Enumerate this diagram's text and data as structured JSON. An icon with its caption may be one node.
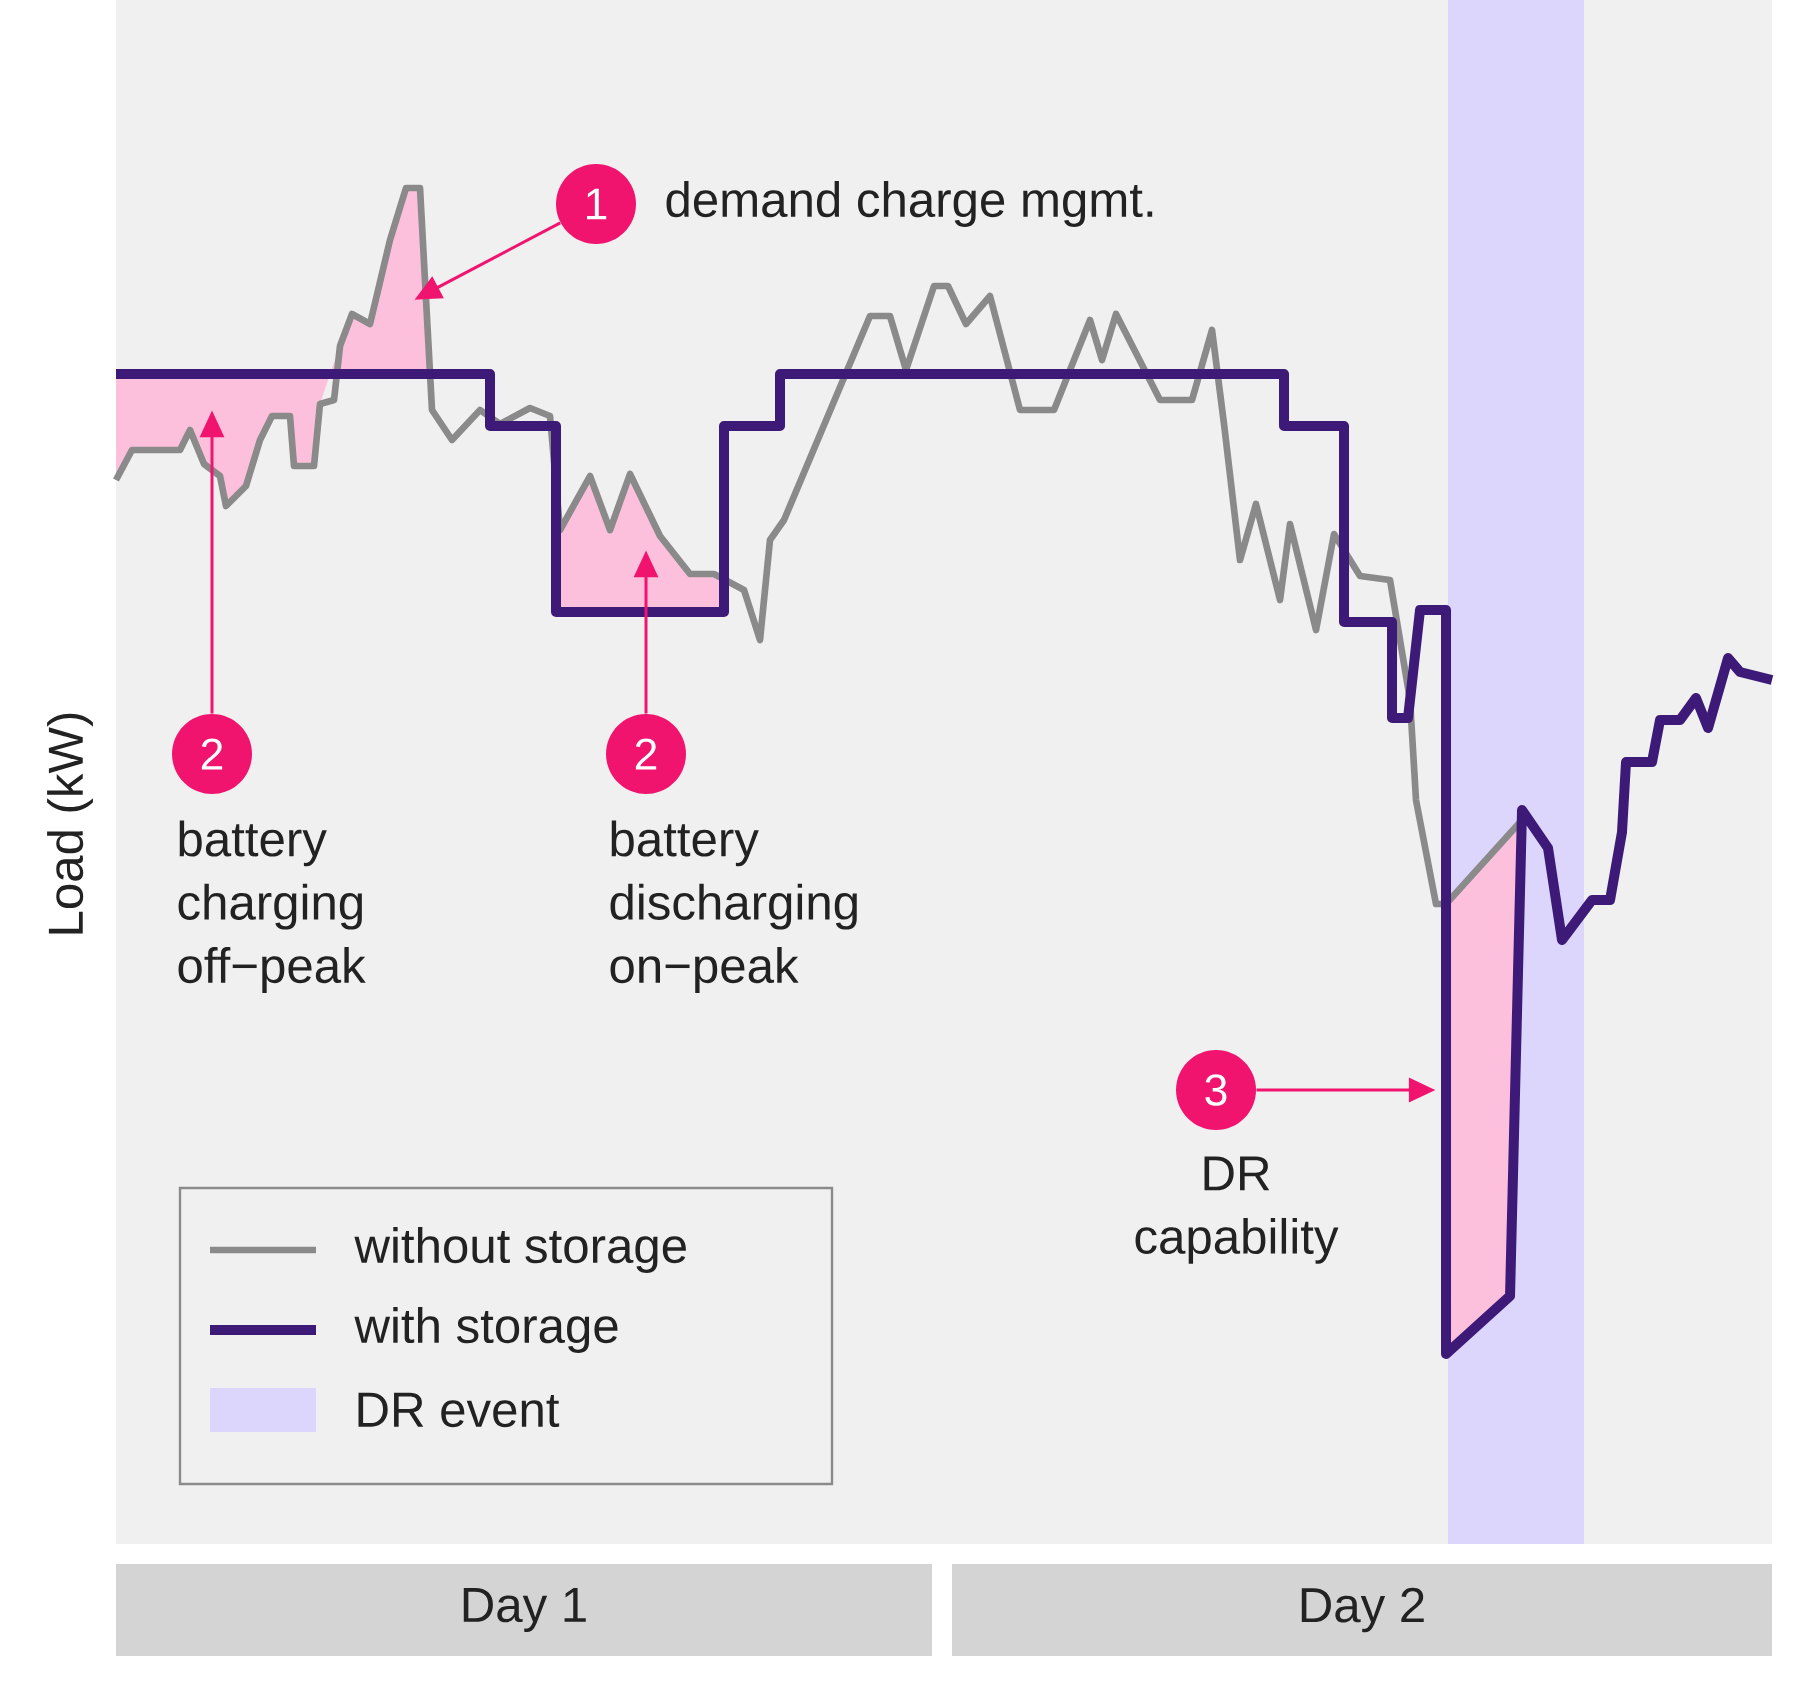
{
  "diagram": {
    "nodes": [
      {
        "text": [
          "1"
        ],
        "beside": [
          "demand charge mgmt."
        ]
      },
      {
        "text": [],
        "shape": "area"
      },
      {
        "text": [
          "2"
        ],
        "beside": [
          "battery charging off−peak"
        ]
      },
      {
        "text": [],
        "shape": "area"
      },
      {
        "text": [
          "2"
        ],
        "beside": [
          "battery discharging on−peak"
        ]
      },
      {
        "text": [],
        "shape": "area"
      },
      {
        "text": [
          "3"
        ],
        "beside": [
          "DR capability"
        ]
      },
      {
        "text": [],
        "shape": "area"
      }
    ],
    "edges": [
      {
        "from": 0,
        "to": 1,
        "arrow": "to"
      },
      {
        "from": 2,
        "to": 3,
        "arrow": "to"
      },
      {
        "from": 4,
        "to": 5,
        "arrow": "to"
      },
      {
        "from": 6,
        "to": 7,
        "arrow": "to"
      }
    ],
    "labels": [
      "Load (kW)",
      "Day 1",
      "Day 2"
    ],
    "legend": [
      {
        "text": "without storage"
      },
      {
        "text": "with storage"
      },
      {
        "text": "DR event",
        "color": "#dcd6fc"
      }
    ]
  }
}
